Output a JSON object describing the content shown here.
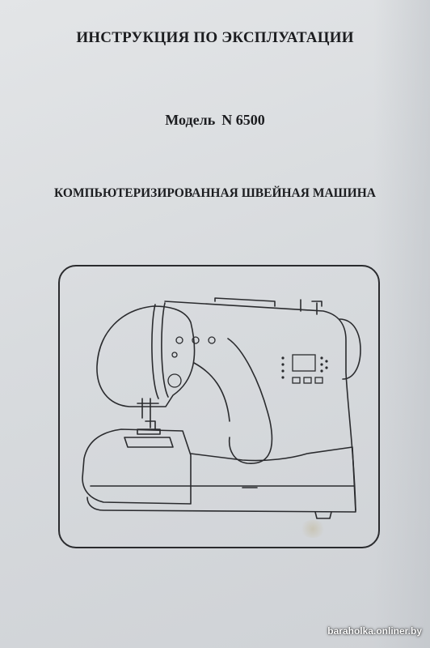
{
  "document": {
    "title": "ИНСТРУКЦИЯ ПО ЭКСПЛУАТАЦИИ",
    "model_label": "Модель",
    "model_number": "N 6500",
    "subtitle": "КОМПЬЮТЕРИЗИРОВАННАЯ ШВЕЙНАЯ МАШИНА"
  },
  "illustration": {
    "subject": "sewing-machine-line-drawing"
  },
  "watermark": {
    "text": "baraholka.onliner.by"
  },
  "colors": {
    "paper": "#dcdfe2",
    "ink": "#1c1d20"
  }
}
